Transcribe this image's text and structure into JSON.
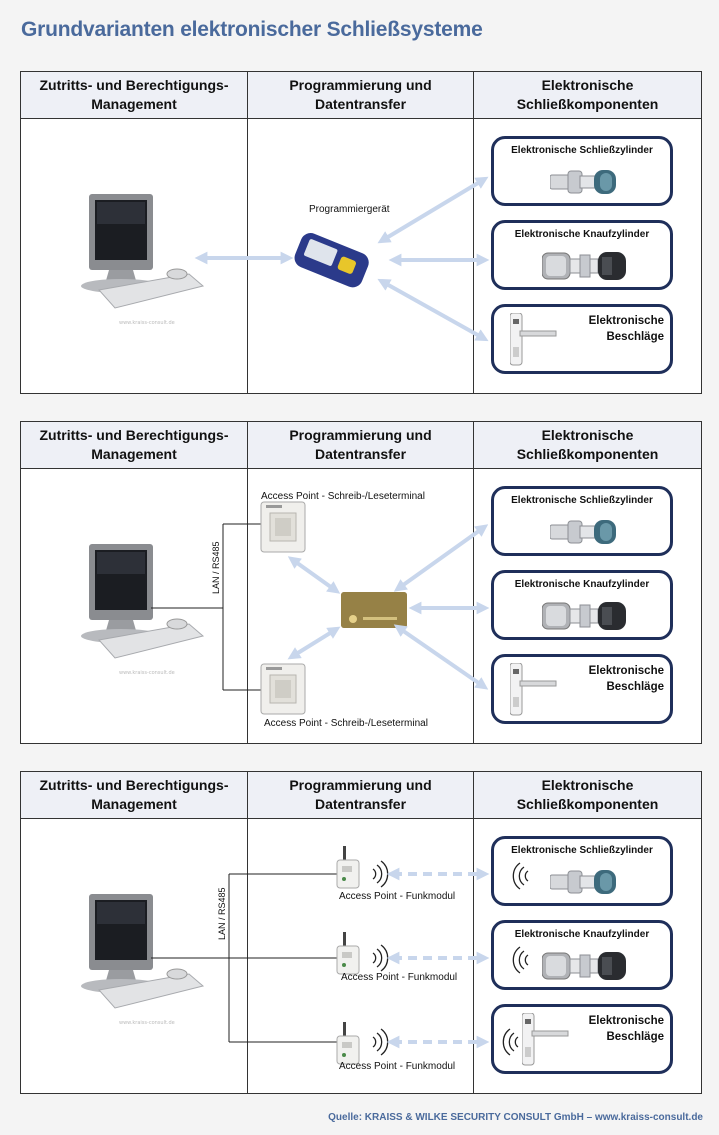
{
  "title": "Grundvarianten elektronischer Schließsysteme",
  "headers": {
    "col1": "Zutritts- und Berechtigungs-Management",
    "col2": "Programmierung und Datentransfer",
    "col3": "Elektronische Schließkomponenten"
  },
  "components": {
    "zylinder": "Elektronische Schließzylinder",
    "knauf": "Elektronische Knaufzylinder",
    "beschlaege": "Elektronische Beschläge"
  },
  "panel1": {
    "device_label": "Programmiergerät"
  },
  "panel2": {
    "access_point_top": "Access Point - Schreib-/Leseterminal",
    "access_point_bottom": "Access Point - Schreib-/Leseterminal",
    "lan_label": "LAN / RS485"
  },
  "panel3": {
    "funk_1": "Access Point - Funkmodul",
    "funk_2": "Access Point - Funkmodul",
    "funk_3": "Access Point - Funkmodul",
    "lan_label": "LAN / RS485"
  },
  "source": "Quelle: KRAISS & WILKE SECURITY CONSULT GmbH – www.kraiss-consult.de",
  "colors": {
    "title": "#4a6a9c",
    "box_border": "#1f2f5a",
    "arrow": "#c8d6ec",
    "header_bg": "#eef0f6"
  }
}
